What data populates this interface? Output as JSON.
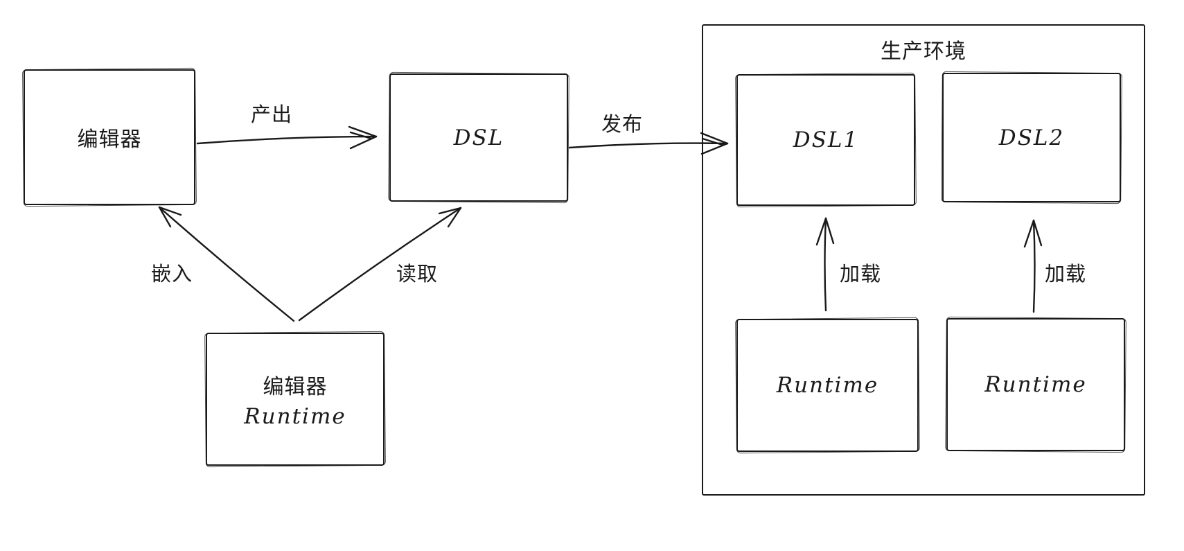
{
  "diagram": {
    "background": "#ffffff",
    "stroke_color": "#1a1a1a",
    "nodes": {
      "editor": {
        "label": "编辑器"
      },
      "dsl": {
        "label": "DSL"
      },
      "editor_runtime": {
        "label_line1": "编辑器",
        "label_line2": "Runtime"
      },
      "dsl1": {
        "label": "DSL1"
      },
      "dsl2": {
        "label": "DSL2"
      },
      "runtime1": {
        "label": "Runtime"
      },
      "runtime2": {
        "label": "Runtime"
      }
    },
    "groups": {
      "production": {
        "title": "生产环境"
      }
    },
    "edges": {
      "produce": {
        "label": "产出",
        "from": "editor",
        "to": "dsl"
      },
      "publish": {
        "label": "发布",
        "from": "dsl",
        "to": "production"
      },
      "embed": {
        "label": "嵌入",
        "from": "editor_runtime",
        "to": "editor"
      },
      "read": {
        "label": "读取",
        "from": "editor_runtime",
        "to": "dsl"
      },
      "load1": {
        "label": "加载",
        "from": "runtime1",
        "to": "dsl1"
      },
      "load2": {
        "label": "加载",
        "from": "runtime2",
        "to": "dsl2"
      }
    }
  }
}
